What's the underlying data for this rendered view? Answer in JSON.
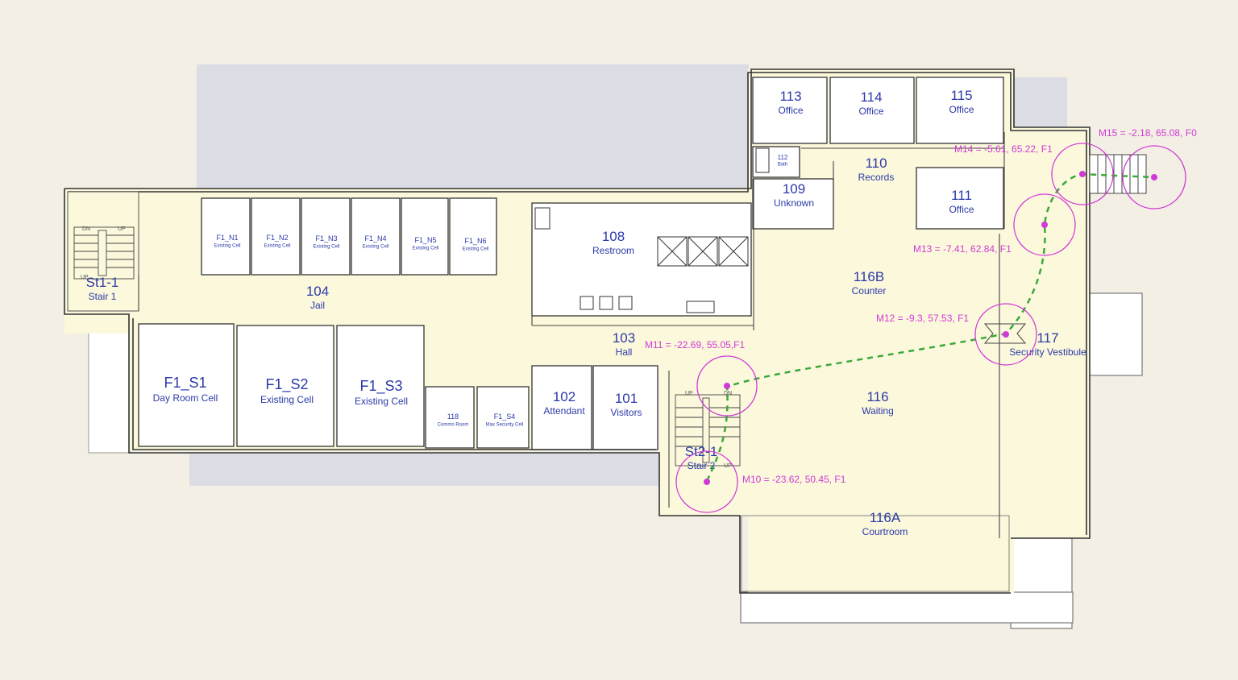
{
  "colors": {
    "background": "#f3efe5",
    "floor_fill": "#fbf8dc",
    "shadow": "#dcdce4",
    "wall": "#333333",
    "room_text": "#2b3aa8",
    "waypoint": "#d23ad6",
    "path": "#3aa83a"
  },
  "rooms": [
    {
      "id": "113",
      "name": "Office"
    },
    {
      "id": "114",
      "name": "Office"
    },
    {
      "id": "115",
      "name": "Office"
    },
    {
      "id": "112",
      "name": "Bath"
    },
    {
      "id": "110",
      "name": "Records"
    },
    {
      "id": "111",
      "name": "Office"
    },
    {
      "id": "109",
      "name": "Unknown"
    },
    {
      "id": "108",
      "name": "Restroom"
    },
    {
      "id": "104",
      "name": "Jail"
    },
    {
      "id": "St1-1",
      "name": "Stair 1"
    },
    {
      "id": "F1_N1",
      "name": "Existing Cell"
    },
    {
      "id": "F1_N2",
      "name": "Existing Cell"
    },
    {
      "id": "F1_N3",
      "name": "Existing Cell"
    },
    {
      "id": "F1_N4",
      "name": "Existing Cell"
    },
    {
      "id": "F1_N5",
      "name": "Existing Cell"
    },
    {
      "id": "F1_N6",
      "name": "Existing Cell"
    },
    {
      "id": "116B",
      "name": "Counter"
    },
    {
      "id": "103",
      "name": "Hall"
    },
    {
      "id": "117",
      "name": "Security Vestibule"
    },
    {
      "id": "F1_S1",
      "name": "Day Room Cell"
    },
    {
      "id": "F1_S2",
      "name": "Existing Cell"
    },
    {
      "id": "F1_S3",
      "name": "Existing Cell"
    },
    {
      "id": "118",
      "name": "Commo Room"
    },
    {
      "id": "F1_S4",
      "name": "Max Security Cell"
    },
    {
      "id": "102",
      "name": "Attendant"
    },
    {
      "id": "101",
      "name": "Visitors"
    },
    {
      "id": "116",
      "name": "Waiting"
    },
    {
      "id": "St2-1",
      "name": "Stair 2"
    },
    {
      "id": "116A",
      "name": "Courtroom"
    }
  ],
  "stair_marks": {
    "up": "UP",
    "dn": "DN"
  },
  "waypoints": [
    {
      "id": "M10",
      "label": "M10 = -23.62, 50.45, F1"
    },
    {
      "id": "M11",
      "label": "M11 = -22.69, 55.05,F1"
    },
    {
      "id": "M12",
      "label": "M12 = -9.3, 57.53, F1"
    },
    {
      "id": "M13",
      "label": "M13 = -7.41, 62.84, F1"
    },
    {
      "id": "M14",
      "label": "M14 = -5.61, 65.22, F1"
    },
    {
      "id": "M15",
      "label": "M15 = -2.18, 65.08, F0"
    }
  ]
}
